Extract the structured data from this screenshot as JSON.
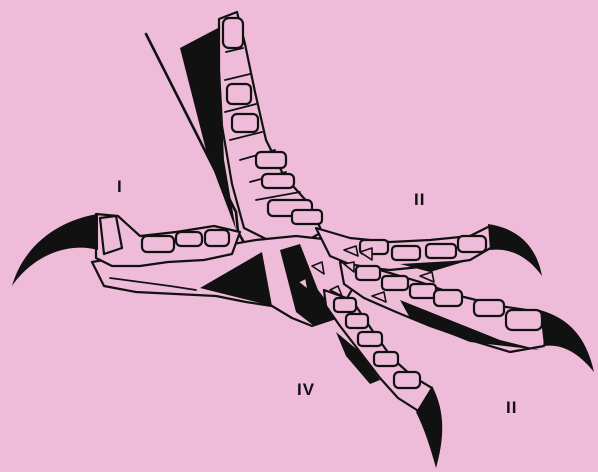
{
  "background": "#eebcd8",
  "ink": "#111111",
  "fill": "#eebcd8",
  "labels": {
    "digit_1": "I",
    "digit_2": "II",
    "digit_3": "II",
    "digit_4": "IV"
  }
}
